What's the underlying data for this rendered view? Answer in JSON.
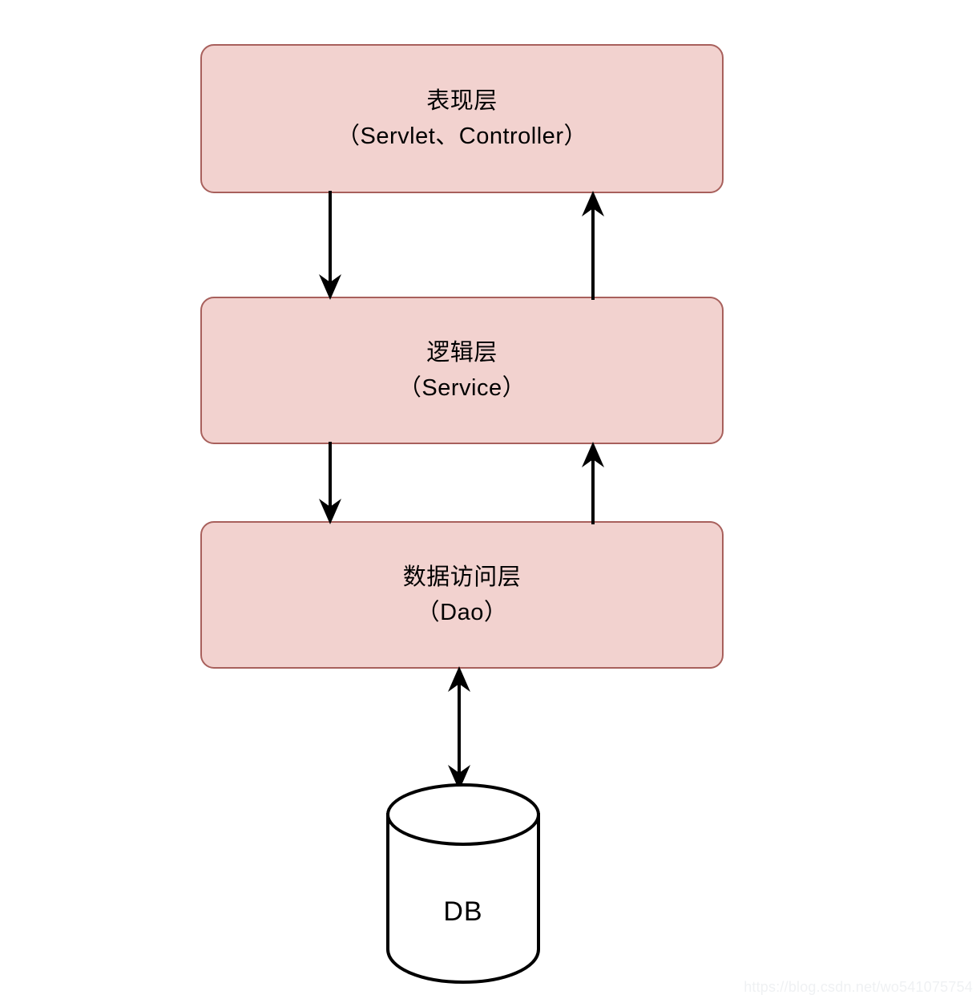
{
  "diagram": {
    "type": "layered-architecture",
    "background_color": "#ffffff",
    "box_fill_color": "#f2d2cf",
    "box_border_color": "#a8605c",
    "arrow_color": "#000000",
    "layers": [
      {
        "id": "presentation",
        "title": "表现层",
        "subtitle": "（Servlet、Controller）"
      },
      {
        "id": "logic",
        "title": "逻辑层",
        "subtitle": "（Service）"
      },
      {
        "id": "dao",
        "title": "数据访问层",
        "subtitle": "（Dao）"
      }
    ],
    "datastore": {
      "id": "db",
      "label": "DB",
      "shape": "cylinder",
      "fill_color": "#ffffff",
      "stroke_color": "#000000"
    },
    "connectors": [
      {
        "id": "presentation-to-logic",
        "from": "presentation",
        "to": "logic",
        "direction": "down"
      },
      {
        "id": "logic-to-presentation",
        "from": "logic",
        "to": "presentation",
        "direction": "up"
      },
      {
        "id": "logic-to-dao",
        "from": "logic",
        "to": "dao",
        "direction": "down"
      },
      {
        "id": "dao-to-logic",
        "from": "dao",
        "to": "logic",
        "direction": "up"
      },
      {
        "id": "dao-to-db",
        "from": "dao",
        "to": "db",
        "direction": "bidirectional"
      }
    ]
  },
  "watermark": {
    "text": "https://blog.csdn.net/wo541075754"
  }
}
